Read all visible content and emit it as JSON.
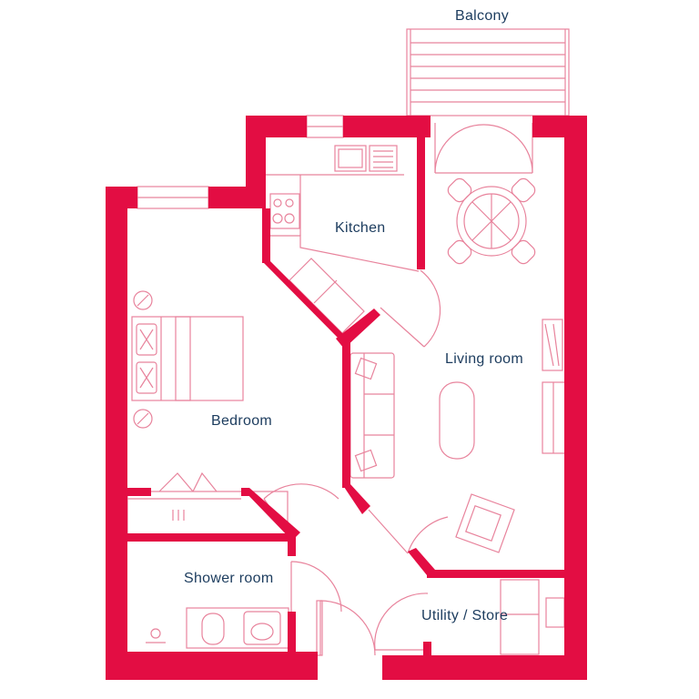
{
  "rooms": {
    "balcony": "Balcony",
    "kitchen": "Kitchen",
    "living_room": "Living room",
    "bedroom": "Bedroom",
    "shower_room": "Shower room",
    "utility_store": "Utility / Store"
  },
  "colors": {
    "wall": "#e30d43",
    "line": "#e8839c",
    "text": "#1c3c5e",
    "background": "#ffffff"
  }
}
